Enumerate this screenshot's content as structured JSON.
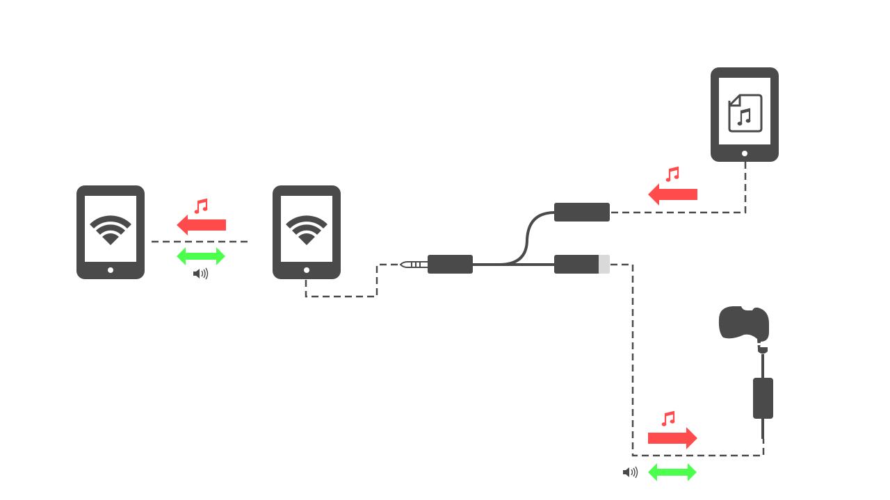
{
  "colors": {
    "device": "#4a4a4a",
    "screen": "#ffffff",
    "wire": "#4a4a4a",
    "music_arrow": "#ff4b4b",
    "voice_arrow": "#4dff4d",
    "plug_tip": "#d9d9d9"
  },
  "devices": [
    {
      "id": "tablet-left",
      "icon": "wifi-icon"
    },
    {
      "id": "tablet-middle",
      "icon": "wifi-icon"
    },
    {
      "id": "tablet-top-right",
      "icon": "music-file-icon"
    }
  ],
  "adapter": {
    "icon": "y-splitter-cable"
  },
  "headphone": {
    "icon": "earphone-with-inline-mic"
  },
  "flows": [
    {
      "id": "wifi-link",
      "music": "music-note-icon",
      "music_direction": "left",
      "voice": "double-arrow",
      "voice_icon": "speaker-icon"
    },
    {
      "id": "music-source",
      "music": "music-note-icon",
      "music_direction": "left"
    },
    {
      "id": "headset-link",
      "music": "music-note-icon",
      "music_direction": "right",
      "voice": "double-arrow",
      "voice_icon": "speaker-icon"
    }
  ]
}
